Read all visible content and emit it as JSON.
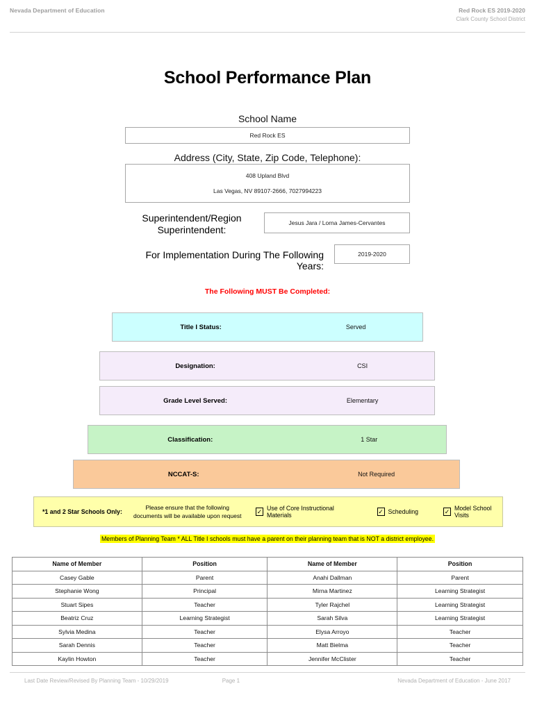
{
  "header": {
    "left": "Nevada Department of Education",
    "right_line1": "Red Rock ES  2019-2020",
    "right_line2": "Clark County School District"
  },
  "title": "School Performance Plan",
  "fields": {
    "school_name_label": "School Name",
    "school_name_value": "Red Rock ES",
    "address_label": "Address (City, State, Zip Code, Telephone):",
    "address_line1": "408 Upland Blvd",
    "address_line2": "Las Vegas, NV  89107-2666, 7027994223",
    "superintendent_label": "Superintendent/Region Superintendent:",
    "superintendent_value": "Jesus Jara / Lorna James-Cervantes",
    "implementation_label": "For Implementation During The Following Years:",
    "implementation_value": "2019-2020"
  },
  "must_complete_heading": "The Following MUST Be Completed:",
  "status_bars": [
    {
      "label": "Title I Status:",
      "value": "Served",
      "color": "#ccffff"
    },
    {
      "label": "Designation:",
      "value": "CSI",
      "color": "#f5ecfa"
    },
    {
      "label": "Grade Level Served:",
      "value": "Elementary",
      "color": "#f5ecfa"
    },
    {
      "label": "Classification:",
      "value": "1 Star",
      "color": "#c6f3c6"
    },
    {
      "label": "NCCAT-S:",
      "value": "Not Required",
      "color": "#fac99a"
    }
  ],
  "star_band": {
    "label": "*1 and 2 Star Schools Only:",
    "note_line1": "Please ensure that the following",
    "note_line2": "documents will be available upon request",
    "checkbox_glyph": "✓",
    "checkboxes": [
      {
        "label": "Use of Core Instructional Materials",
        "checked": true
      },
      {
        "label": "Scheduling",
        "checked": true
      },
      {
        "label": "Model School Visits",
        "checked": true
      }
    ],
    "highlight_color": "#ffff00"
  },
  "planning_note": "Members of Planning Team * ALL Title I schools must have a parent on their planning team that is NOT a district employee.",
  "members_table": {
    "headers": [
      "Name of Member",
      "Position",
      "Name of Member",
      "Position"
    ],
    "rows": [
      [
        "Casey Gable",
        "Parent",
        "Anahi Dallman",
        "Parent"
      ],
      [
        "Stephanie Wong",
        "Principal",
        "Mirna Martinez",
        "Learning Strategist"
      ],
      [
        "Stuart Sipes",
        "Teacher",
        "Tyler Rajchel",
        "Learning Strategist"
      ],
      [
        "Beatriz Cruz",
        "Learning Strategist",
        "Sarah Silva",
        "Learning Strategist"
      ],
      [
        "Sylvia Medina",
        "Teacher",
        "Elysa Arroyo",
        "Teacher"
      ],
      [
        "Sarah Dennis",
        "Teacher",
        "Matt Bielma",
        "Teacher"
      ],
      [
        "Kaylin Howton",
        "Teacher",
        "Jennifer McClister",
        "Teacher"
      ]
    ]
  },
  "footer": {
    "left": "Last Date Review/Revised By Planning Team - 10/29/2019",
    "center": "Page 1",
    "right": "Nevada Department of Education - June 2017"
  }
}
